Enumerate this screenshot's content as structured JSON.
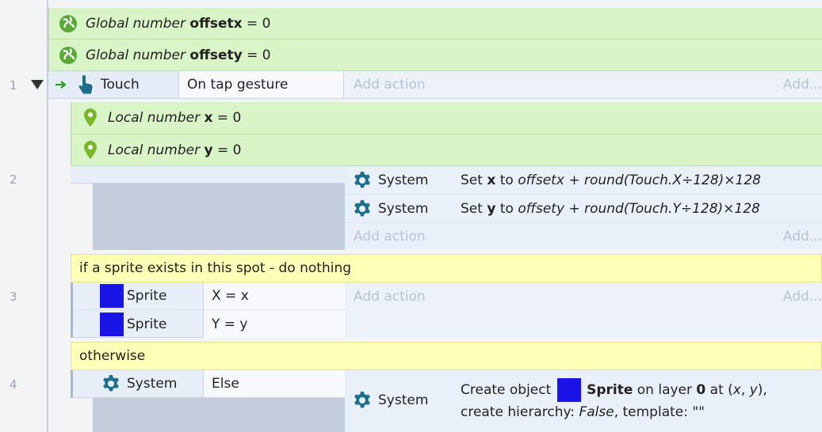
{
  "globals": [
    {
      "kind": "Global number",
      "name": "offsetx",
      "eq": "= 0"
    },
    {
      "kind": "Global number",
      "name": "offsety",
      "eq": "= 0"
    }
  ],
  "row_numbers": [
    "1",
    "2",
    "3",
    "4"
  ],
  "event1": {
    "object": "Touch",
    "condition": "On tap gesture",
    "add_action": "Add action",
    "add_more": "Add..."
  },
  "locals": [
    {
      "kind": "Local number",
      "name": "x",
      "eq": "= 0"
    },
    {
      "kind": "Local number",
      "name": "y",
      "eq": "= 0"
    }
  ],
  "event2": {
    "actions": [
      {
        "object": "System",
        "pre": "Set",
        "var": "x",
        "to": "to",
        "expr_a": "offsetx",
        "plus": "+",
        "expr_b": "round(Touch.X÷128)×128"
      },
      {
        "object": "System",
        "pre": "Set",
        "var": "y",
        "to": "to",
        "expr_a": "offsety",
        "plus": "+",
        "expr_b": "round(Touch.Y÷128)×128"
      }
    ],
    "add_action": "Add action",
    "add_more": "Add..."
  },
  "comment1": "if a sprite exists in this spot - do nothing",
  "event3": {
    "conditions": [
      {
        "object": "Sprite",
        "text": "X = x"
      },
      {
        "object": "Sprite",
        "text": "Y = y"
      }
    ],
    "add_action": "Add action",
    "add_more": "Add..."
  },
  "comment2": "otherwise",
  "event4": {
    "condition": {
      "object": "System",
      "text": "Else"
    },
    "action": {
      "object": "System",
      "p1": "Create object",
      "sprite": "Sprite",
      "p2": "on layer",
      "layer": "0",
      "p3": "at (",
      "x": "x",
      "comma": ",",
      "y": "y",
      "p4": "), create",
      "p5": "hierarchy:",
      "false_val": "False",
      "p6": ", template: \"\""
    }
  },
  "colors": {
    "sprite": "#1a15e6",
    "gear": "#1b6f8c",
    "global_icon": "#59a836",
    "local_icon": "#7ab82a",
    "arrow": "#2e9b2e"
  }
}
